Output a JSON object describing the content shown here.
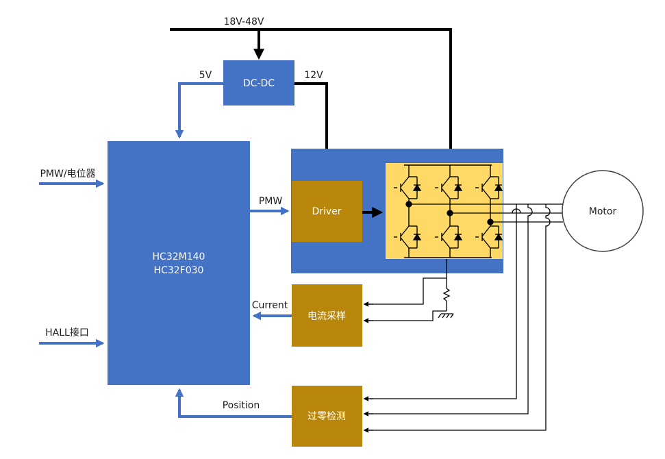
{
  "supply": {
    "input_label": "18V-48V"
  },
  "dcdc": {
    "label": "DC-DC",
    "out_5v": "5V",
    "out_12v": "12V"
  },
  "mcu": {
    "line1": "HC32M140",
    "line2": "HC32F030"
  },
  "inputs": {
    "pwm_pot": "PMW/电位器",
    "hall": "HALL接口"
  },
  "signals": {
    "pmw": "PMW",
    "current": "Current",
    "position": "Position"
  },
  "driver": {
    "label": "Driver"
  },
  "current_sense": {
    "label": "电流采样"
  },
  "zero_cross": {
    "label": "过零检测"
  },
  "motor": {
    "label": "Motor"
  },
  "colors": {
    "blue": "#4472C4",
    "gold": "#B8860B",
    "bridge": "#FFD966",
    "wire": "#000000"
  }
}
